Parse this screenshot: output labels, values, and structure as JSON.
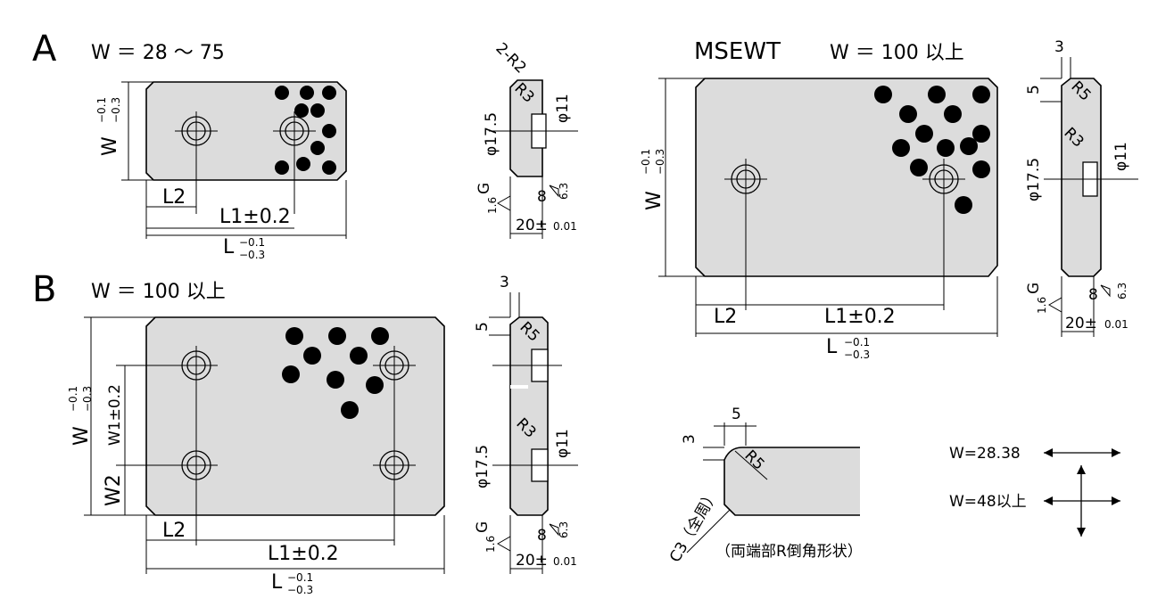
{
  "panelA": {
    "letter": "A",
    "w_range": "W ＝ 28 ～ 75",
    "w_dim": "W",
    "w_tol": "−0.1\n−0.3",
    "l2": "L2",
    "l1": "L1±0.2",
    "l": "L",
    "l_tol": "−0.1\n−0.3"
  },
  "panelB": {
    "letter": "B",
    "w_range": "W ＝ 100 以上",
    "w_dim": "W",
    "w1": "W1±0.2",
    "w2": "W2",
    "l2": "L2",
    "l1": "L1±0.2",
    "l": "L",
    "l_tol": "−0.1\n−0.3"
  },
  "panelMSEWT": {
    "title": "MSEWT",
    "w_range": "W ＝ 100 以上",
    "w_dim": "W",
    "l2": "L2",
    "l1": "L1±0.2",
    "l": "L"
  },
  "section": {
    "r2": "2-R2",
    "r3": "R3",
    "r5": "R5",
    "d175": "φ17.5",
    "d11": "φ11",
    "g": "G",
    "g_val": "1.6",
    "t8": "8",
    "s63": "6.3",
    "t20": "20±",
    "t20tol": "0.01",
    "three": "3",
    "five": "5"
  },
  "tol": {
    "upper": "−0.1",
    "lower": "−0.3"
  },
  "detail": {
    "five": "5",
    "three": "3",
    "r5": "R5",
    "c3": "C3（全周）",
    "note": "（両端部R倒角形状）"
  },
  "legend": {
    "w1": "W=28.38",
    "w2": "W=48以上"
  }
}
